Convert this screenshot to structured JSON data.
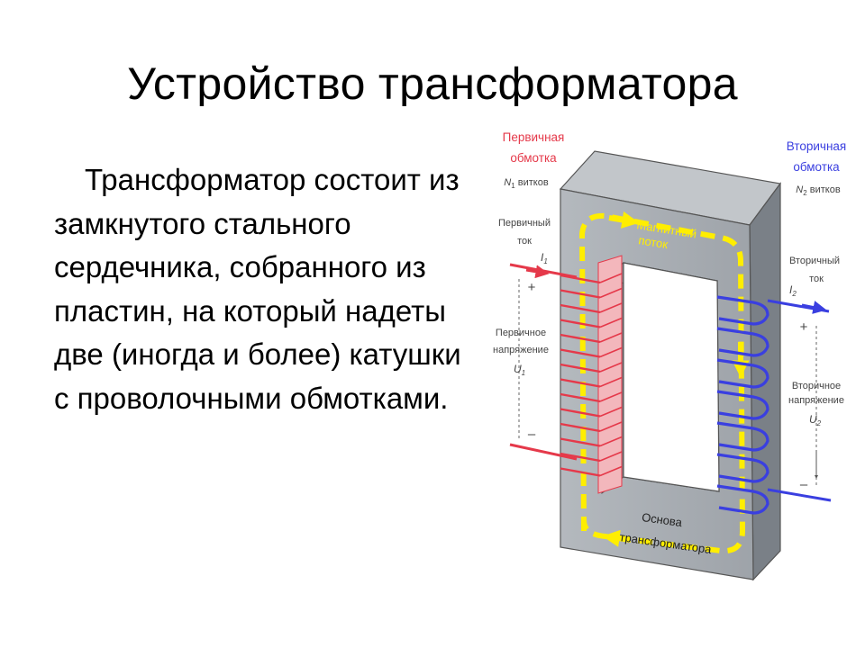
{
  "slide": {
    "title": "Устройство трансформатора",
    "body": "Трансформатор состоит из замкнутого стального сердечника, собранного из пластин, на который надеты две (иногда и более) катушки с проволочными обмотками."
  },
  "diagram": {
    "primary_winding_line1": "Первичная",
    "primary_winding_line2": "обмотка",
    "primary_turns_symbol": "N",
    "primary_turns_sub": "1",
    "primary_turns_word": " витков",
    "secondary_winding_line1": "Вторичная",
    "secondary_winding_line2": "обмотка",
    "secondary_turns_symbol": "N",
    "secondary_turns_sub": "2",
    "secondary_turns_word": " витков",
    "primary_current_line1": "Первичный",
    "primary_current_line2": "ток",
    "primary_current_symbol": "I",
    "primary_current_sub": "1",
    "secondary_current_line1": "Вторичный",
    "secondary_current_line2": "ток",
    "secondary_current_symbol": "I",
    "secondary_current_sub": "2",
    "primary_voltage_line1": "Первичное",
    "primary_voltage_line2": "напряжение",
    "primary_voltage_symbol": "U",
    "primary_voltage_sub": "1",
    "secondary_voltage_line1": "Вторичное",
    "secondary_voltage_line2": "напряжение",
    "secondary_voltage_symbol": "U",
    "secondary_voltage_sub": "2",
    "plus": "+",
    "minus": "–",
    "flux_line1": "Магнитный",
    "flux_line2": "поток",
    "base_line1": "Основа",
    "base_line2": "трансформатора"
  },
  "colors": {
    "primary": "#e5394a",
    "secondary": "#3a3fe0",
    "core_front": "#a8adb3",
    "core_side": "#7d8389",
    "core_top": "#c4c8cc",
    "flux": "#ffee00",
    "label_gray": "#444444"
  }
}
